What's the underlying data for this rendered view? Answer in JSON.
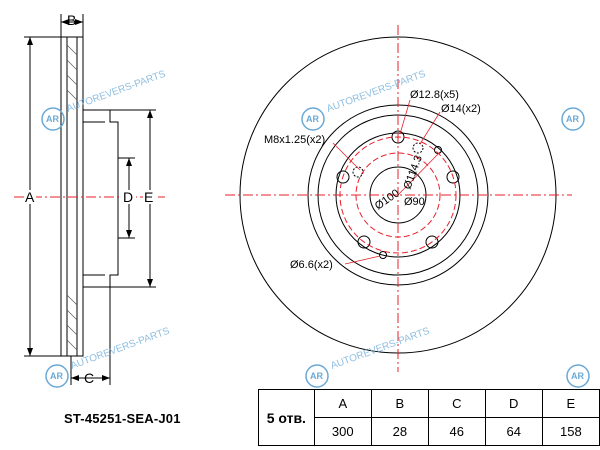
{
  "watermark": {
    "text": "AUTOREVERS-PARTS",
    "logo": "AR"
  },
  "side_view": {
    "label_a": "A",
    "label_b": "B",
    "label_c": "C",
    "label_d": "D",
    "label_e": "E"
  },
  "front_view": {
    "hole_12_8": "Ø12.8(x5)",
    "hole_14": "Ø14(x2)",
    "thread": "M8x1.25(x2)",
    "pcd_114": "Ø114.3",
    "pcd_100": "Ø100",
    "center_90": "Ø90",
    "hole_6_6": "Ø6.6(x2)"
  },
  "part_number": "ST-45251-SEA-J01",
  "table": {
    "holes_label": "5 отв.",
    "headers": [
      "A",
      "B",
      "C",
      "D",
      "E"
    ],
    "values": [
      "300",
      "28",
      "46",
      "64",
      "158"
    ]
  },
  "colors": {
    "line": "#000000",
    "centerline": "#e8202a",
    "watermark": "#6aa9d6"
  }
}
